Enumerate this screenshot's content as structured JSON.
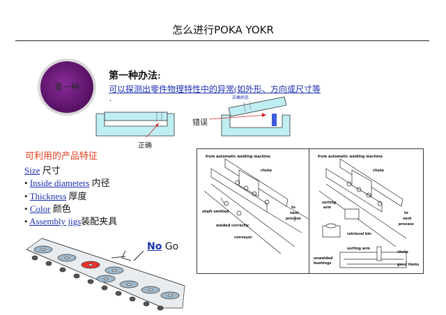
{
  "title": "怎么进行POKA YOKR",
  "method": {
    "circle_label": "第一种",
    "heading": "第一种办法:",
    "description": "可以探测出零件物理特性中的异常(如外形、方向或尺寸等",
    "bullet": "."
  },
  "diagram_top": {
    "right_label": "正确",
    "wrong_label": "错误",
    "tiny_label": "正确状态"
  },
  "features": {
    "heading": "可利用的产品特征",
    "items": [
      {
        "prefix": "",
        "link": "Size",
        "suffix": " 尺寸"
      },
      {
        "prefix": "• ",
        "link": "Inside diameters",
        "suffix": " 内径"
      },
      {
        "prefix": "• ",
        "link": "Thickness",
        "suffix": " 厚度"
      },
      {
        "prefix": "• ",
        "link": "Color",
        "suffix": " 颜色"
      },
      {
        "prefix": "• ",
        "link": "Assembly jigs",
        "suffix": "装配夹具"
      }
    ]
  },
  "conveyor": {
    "no": "No",
    "go": " Go"
  },
  "panel_left": {
    "header": "from automatic welding machine",
    "chute": "chute",
    "shaft": "shaft omitted",
    "welded": "welded correctly",
    "conveyor": "conveyor",
    "to1": "to",
    "to2": "next",
    "to3": "process"
  },
  "panel_right": {
    "header": "from automatic welding machine",
    "chute": "chute",
    "sorting1": "sorting",
    "sorting2": "arm",
    "to1": "to",
    "to2": "next",
    "to3": "process",
    "retrieval": "retrieval bin",
    "sortingarm": "sorting arm",
    "chute2": "chute",
    "unwelded1": "unwelded",
    "unwelded2": "bushings",
    "good": "good items"
  },
  "colors": {
    "circle_fill": "#6b1a7a",
    "link_blue": "#1a2fb0",
    "accent_red": "#e23b1b",
    "part_cyan": "#bfeef3",
    "block_blue": "#3b5bd8"
  }
}
